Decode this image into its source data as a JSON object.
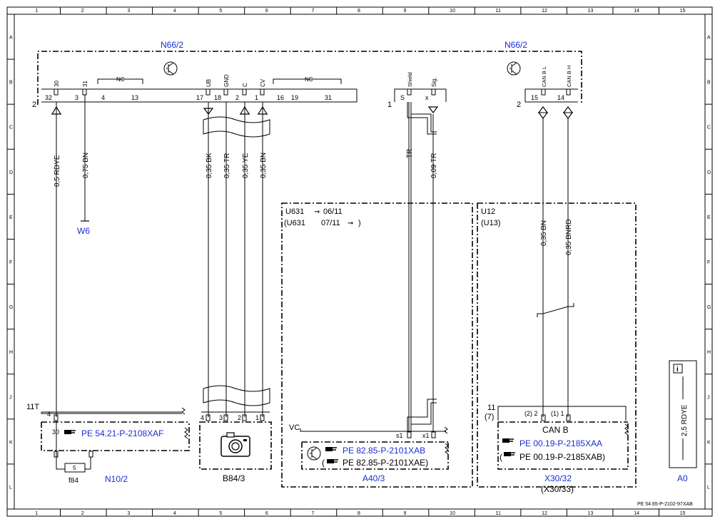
{
  "columns": [
    "1",
    "2",
    "3",
    "4",
    "5",
    "6",
    "7",
    "8",
    "9",
    "10",
    "11",
    "12",
    "13",
    "14",
    "15"
  ],
  "rows": [
    "A",
    "B",
    "C",
    "D",
    "E",
    "F",
    "G",
    "H",
    "J",
    "K",
    "L"
  ],
  "footer_code": "PE 54.65-P-2102-97XAB",
  "colors": {
    "link": "#1a2fd0",
    "line": "#000000",
    "background": "#ffffff"
  },
  "module_top": {
    "name_left": "N66/2",
    "name_right": "N66/2",
    "pin_labels_rotated": [
      "30",
      "31",
      "UB",
      "GND",
      "C",
      "CV",
      "Shield",
      "Sig.",
      "CAN B L",
      "CAN B H"
    ],
    "pin_numbers": [
      "32",
      "3",
      "4",
      "13",
      "17",
      "18",
      "2",
      "1",
      "16",
      "19",
      "31",
      "S",
      "x",
      "15",
      "14"
    ],
    "nc_label_1": "NC",
    "nc_label_2": "NC",
    "connector_labels": [
      "2",
      "1",
      "2"
    ]
  },
  "wires": [
    {
      "label": "0,5 RDYE"
    },
    {
      "label": "0,75 BN"
    },
    {
      "label": "0,35 BK"
    },
    {
      "label": "0,35 TR"
    },
    {
      "label": "0,35 YE"
    },
    {
      "label": "0,35 BN"
    },
    {
      "label": "TR"
    },
    {
      "label": "0,09 TR"
    },
    {
      "label": "0,35 BN"
    },
    {
      "label": "0,35 BNRD"
    }
  ],
  "ground": {
    "name": "W6"
  },
  "n10": {
    "connector": "11T",
    "pin_top": "4",
    "pin_30": "30",
    "ref": "PE 54.21-P-2108XAF",
    "name": "N10/2",
    "fuse_num": "5",
    "fuse_name": "f84"
  },
  "b84": {
    "pins": [
      "4",
      "3",
      "2",
      "1"
    ],
    "name": "B84/3"
  },
  "a40": {
    "variant_1_code": "U631",
    "variant_1_date": "06/11",
    "variant_2": "(U631",
    "variant_2_date": "07/11",
    "variant_2_close": ")",
    "vc": "VC",
    "pin_s1": "s1",
    "pin_x1": "x1",
    "ref_1": "PE 82.85-P-2101XAB",
    "ref_2": "PE 82.85-P-2101XAE)",
    "ref_2_open": "(",
    "name": "A40/3"
  },
  "x30": {
    "variant_1": "U12",
    "variant_2": "(U13)",
    "conn_a": "11",
    "conn_b": "(7)",
    "pin_a": "(2) 2",
    "pin_b": "(1) 1",
    "can": "CAN B",
    "ref_1": "PE 00.19-P-2185XAA",
    "ref_2": "PE 00.19-P-2185XAB)",
    "ref_2_open": "(",
    "name": "X30/32",
    "name_alt": "(X30/33)"
  },
  "legend": {
    "info_icon": "info-icon",
    "label": "2,5 RDYE",
    "name": "A0"
  }
}
